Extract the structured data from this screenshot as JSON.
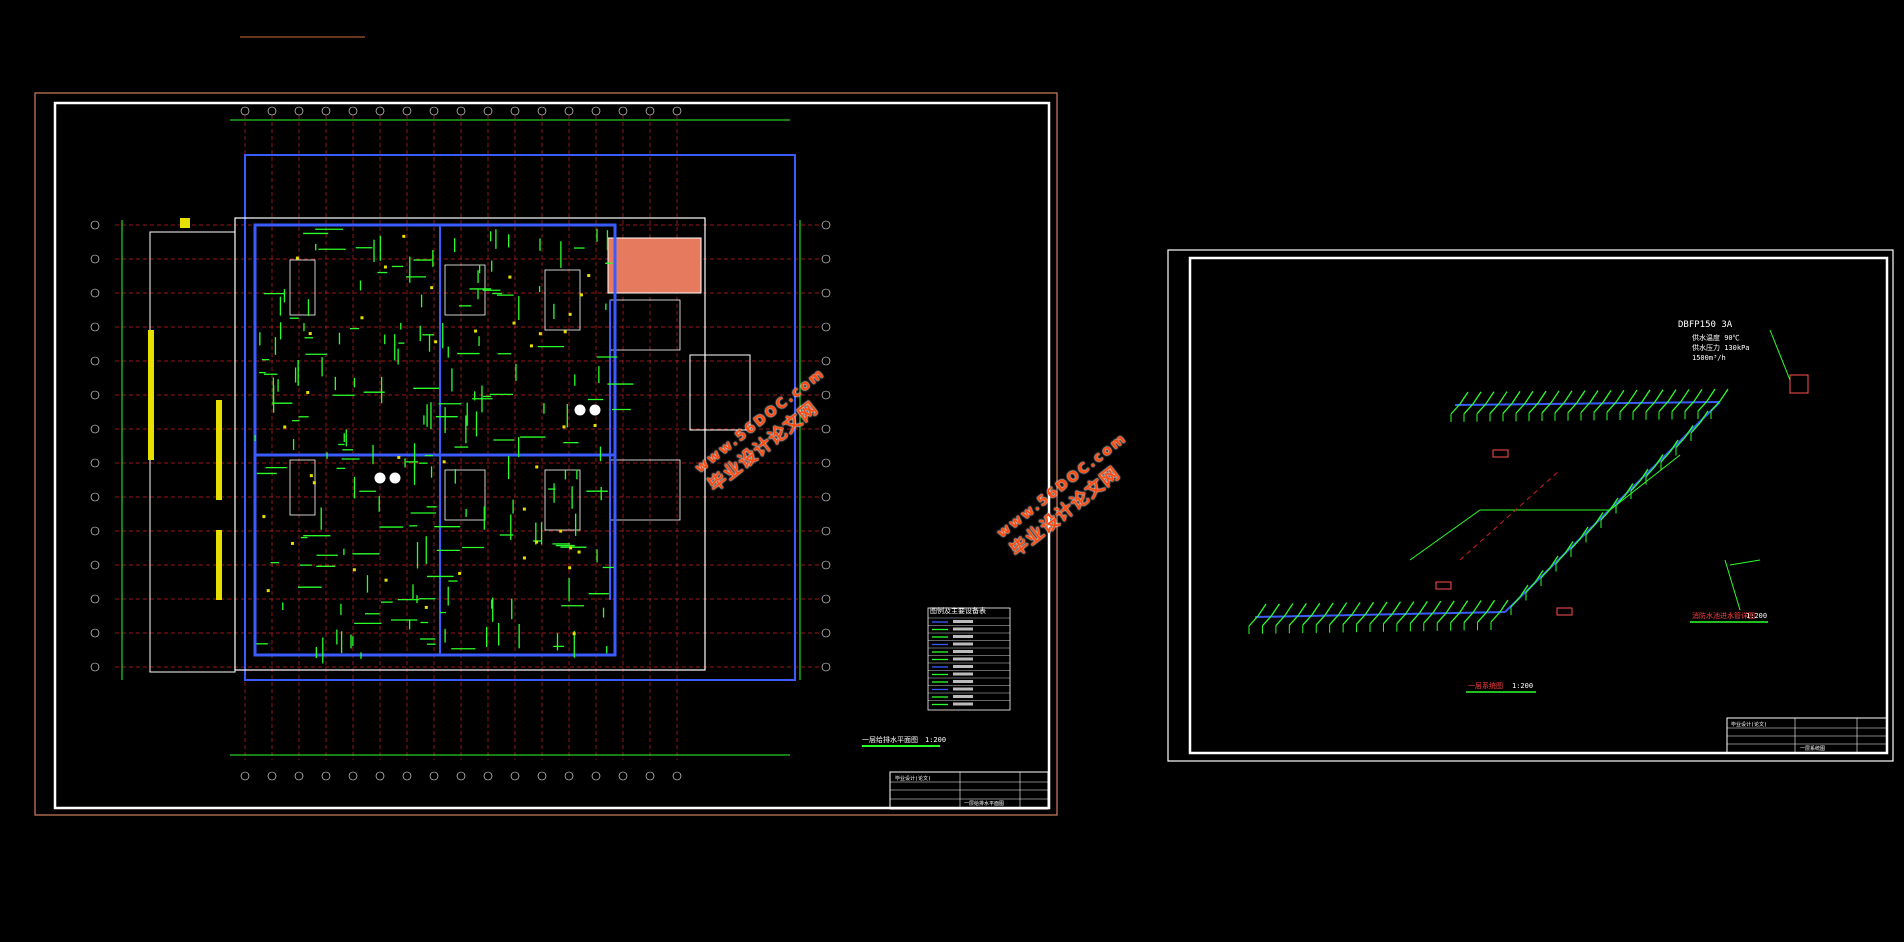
{
  "left_sheet": {
    "drawing_caption": "一层给排水平面图",
    "scale": "1:200",
    "legend_title": "图例及主要设备表",
    "title_block": {
      "school": "毕业设计(论文)",
      "drawing_name": "一层给排水平面图"
    }
  },
  "right_sheet": {
    "equipment_note": {
      "model": "DBFP150 3A",
      "lines": [
        "供水温度 90℃",
        "供水压力 130kPa",
        "1500m³/h"
      ]
    },
    "system_caption": "一层系统图",
    "system_scale": "1:200",
    "detail_caption": "消防水池进水管详图",
    "detail_scale": "1:200",
    "title_block": {
      "school": "毕业设计(论文)",
      "drawing_name": "一层系统图"
    }
  },
  "watermarks": [
    {
      "url": "www.56DOC.com",
      "cn": "毕业设计论文网"
    },
    {
      "url": "www.56DOC.com",
      "cn": "毕业设计论文网"
    }
  ],
  "colors": {
    "background": "#000000",
    "pipe_green": "#2bff2b",
    "pipe_blue": "#3a5cff",
    "axis_red": "#cc2020",
    "sheet_border": "#ffffff",
    "watermark": "#ff4b12"
  }
}
